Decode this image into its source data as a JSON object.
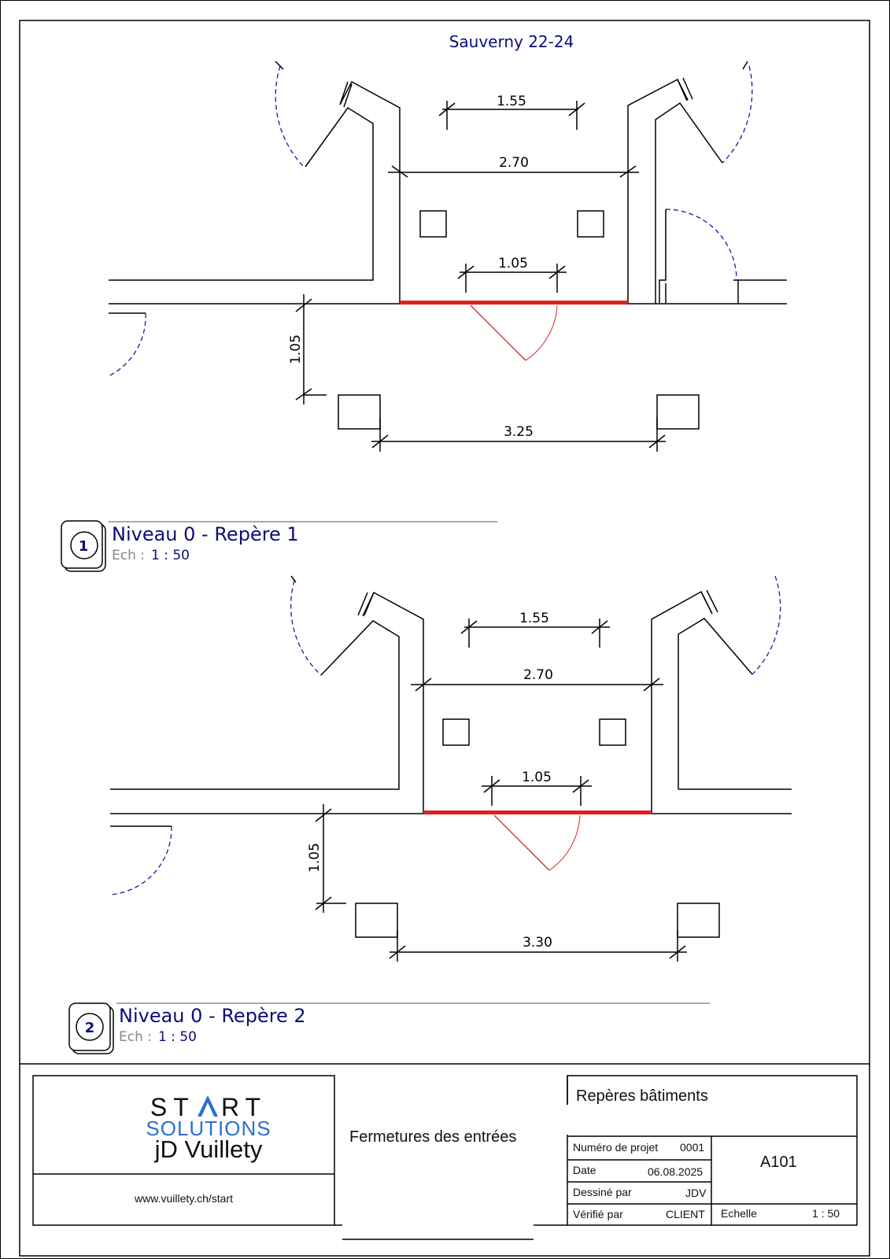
{
  "project_title": "Sauverny 22-24",
  "views": [
    {
      "number": "1",
      "title": "Niveau 0 - Repère 1",
      "scale_label": "Ech :",
      "scale_value": "1 : 50",
      "dimensions": [
        "1.55",
        "2.70",
        "1.05",
        "1.05",
        "3.25"
      ]
    },
    {
      "number": "2",
      "title": "Niveau 0 - Repère 2",
      "scale_label": "Ech :",
      "scale_value": "1 : 50",
      "dimensions": [
        "1.55",
        "2.70",
        "1.05",
        "1.05",
        "3.30"
      ]
    }
  ],
  "title_block": {
    "logo_start": "ST  RT",
    "logo_solutions": "SOLUTIONS",
    "logo_name": "jD Vuillety",
    "website": "www.vuillety.ch/start",
    "drawing_subject": "Fermetures des entrées",
    "sheet_name": "Repères bâtiments",
    "project_number_label": "Numéro de projet",
    "project_number": "0001",
    "date_label": "Date",
    "date": "06.08.2025",
    "drawn_by_label": "Dessiné par",
    "drawn_by": "JDV",
    "checked_by_label": "Vérifié par",
    "checked_by": "CLIENT",
    "sheet_number": "A101",
    "scale_label": "Echelle",
    "scale": "1 : 50"
  },
  "colors": {
    "line": "#000000",
    "title_blue": "#0d0d7a",
    "door_swing": "#1a1a9a",
    "threshold_red": "#e02020",
    "logo_blue": "#2a6fd6"
  }
}
